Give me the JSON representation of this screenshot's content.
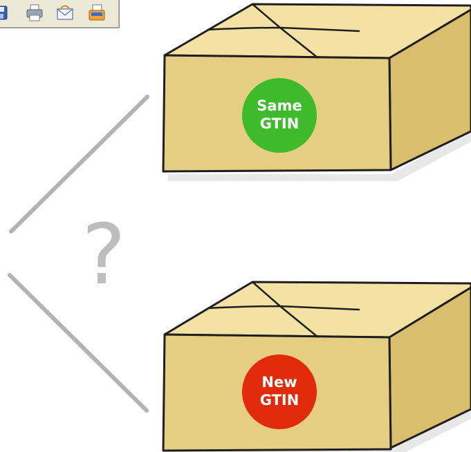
{
  "toolbar": {
    "icons": [
      "save-icon",
      "print-icon",
      "email-icon",
      "fax-icon"
    ]
  },
  "diagram": {
    "question_mark": "?",
    "top_box": {
      "badge_line1": "Same",
      "badge_line2": "GTIN",
      "badge_color": "#3dbb2b"
    },
    "bottom_box": {
      "badge_line1": "New",
      "badge_line2": "GTIN",
      "badge_color": "#e02a0a"
    },
    "colors": {
      "box_front": "#e5cd82",
      "box_side": "#d9be6e",
      "box_top": "#f4e2a4",
      "box_outline": "#1e1e1e",
      "connector_line": "#b3b3b3"
    }
  }
}
